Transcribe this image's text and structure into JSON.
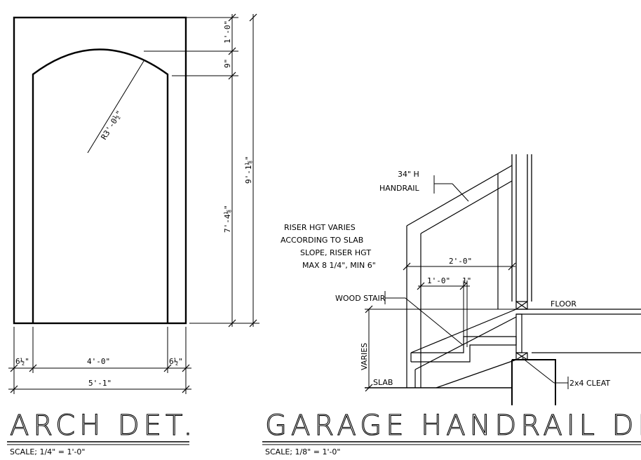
{
  "arch": {
    "dim_top": "1'-0\"",
    "dim_rise": "9\"",
    "dim_height_inner": "7'-4⅛\"",
    "dim_height_total": "9'-1⅛\"",
    "radius": "R3'-0½\"",
    "dim_left_jamb": "6½\"",
    "dim_opening": "4'-0\"",
    "dim_right_jamb": "6½\"",
    "dim_overall": "5'-1\"",
    "title": "ARCH DET.",
    "scale": "SCALE; 1/4\" = 1'-0\""
  },
  "handrail": {
    "label_handrail_1": "34\" H",
    "label_handrail_2": "HANDRAIL",
    "note_1": "RISER HGT VARIES",
    "note_2": "ACCORDING TO SLAB",
    "note_3": "SLOPE, RISER HGT",
    "note_4": "MAX 8 1/4\", MIN 6\"",
    "dim_run": "2'-0\"",
    "dim_tread": "1'-0\"",
    "dim_nosing": "1\"",
    "label_wood_stair": "WOOD STAIR",
    "label_floor": "FLOOR",
    "label_varies": "VARIES",
    "label_slab": "SLAB",
    "label_cleat": "2x4 CLEAT",
    "title": "GARAGE HANDRAIL DET",
    "scale": "SCALE; 1/8\" = 1'-0\""
  }
}
